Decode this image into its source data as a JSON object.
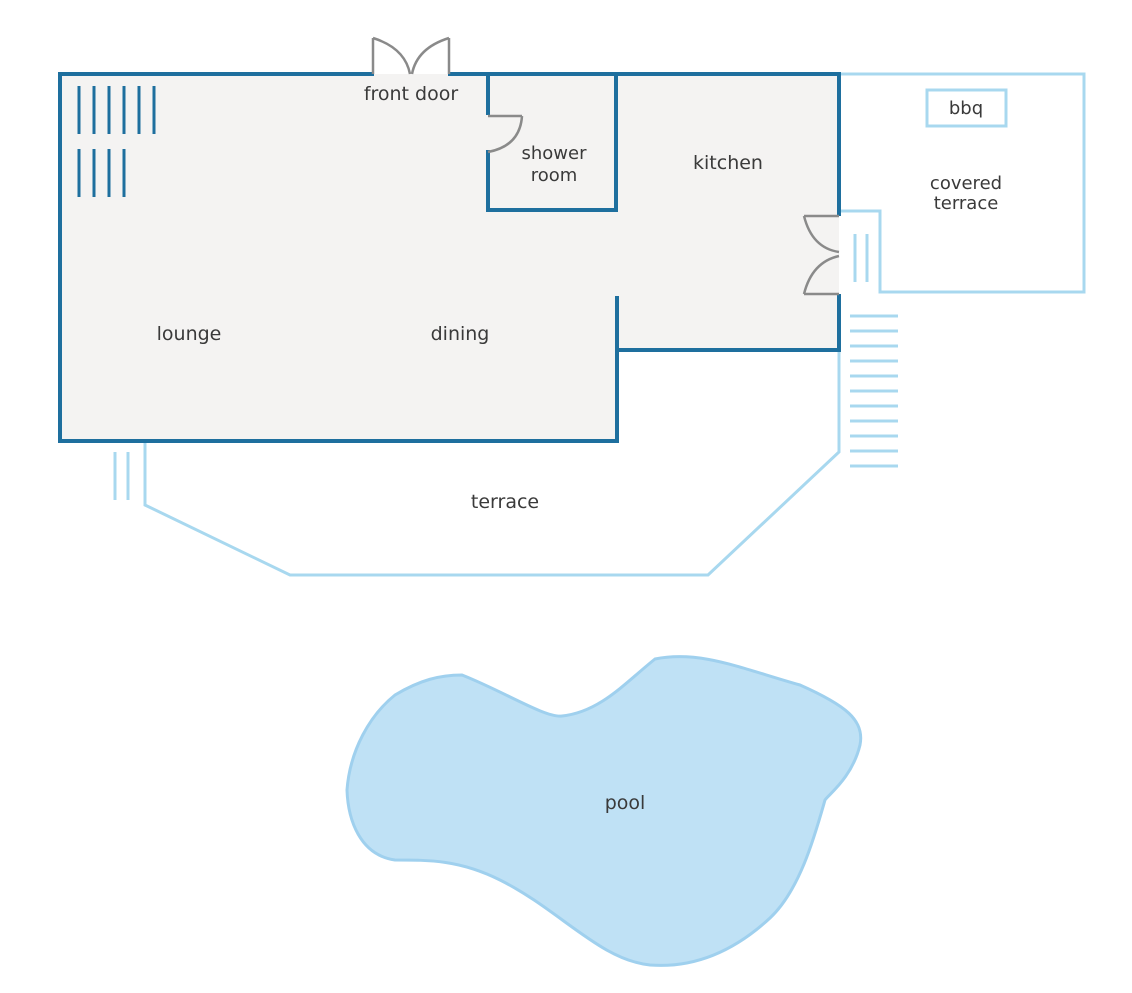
{
  "colors": {
    "wall": "#1e6f9e",
    "outline": "#a8d8ef",
    "floor": "#f4f3f2",
    "pool_fill": "#bfe1f5",
    "pool_stroke": "#9fd0ee",
    "door": "#8a8a8a",
    "text": "#3a3a3a"
  },
  "labels": {
    "front_door": "front door",
    "shower_room_line1": "shower",
    "shower_room_line2": "room",
    "kitchen": "kitchen",
    "bbq": "bbq",
    "covered_terrace_line1": "covered",
    "covered_terrace_line2": "terrace",
    "lounge": "lounge",
    "dining": "dining",
    "terrace": "terrace",
    "pool": "pool"
  }
}
